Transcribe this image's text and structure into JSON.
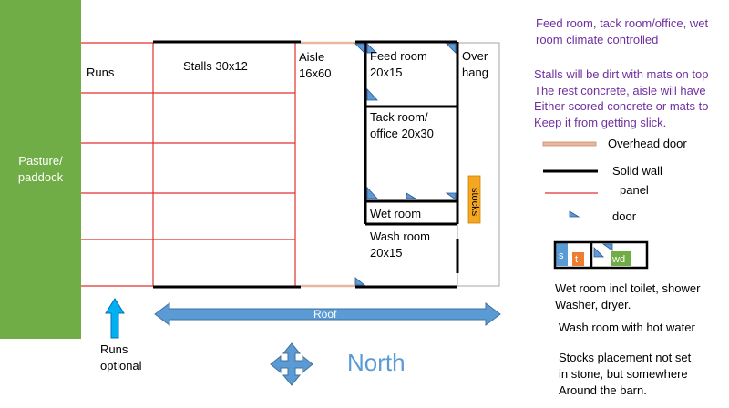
{
  "pasture": {
    "label_line1": "Pasture/",
    "label_line2": "paddock",
    "color": "#70ad47"
  },
  "areas": {
    "runs": "Runs",
    "stalls": "Stalls 30x12",
    "aisle_line1": "Aisle",
    "aisle_line2": "16x60",
    "feed_line1": "Feed room",
    "feed_line2": "20x15",
    "overhang_line1": "Over",
    "overhang_line2": "hang",
    "tack_line1": "Tack room/",
    "tack_line2": "office 20x30",
    "wet": "Wet room",
    "wash_line1": "Wash room",
    "wash_line2": "20x15",
    "stocks": "stocks"
  },
  "arrows": {
    "roof": "Roof",
    "runs_optional_line1": "Runs",
    "runs_optional_line2": "optional",
    "north": "North",
    "color": "#5b9bd5"
  },
  "notes": {
    "climate": [
      "Feed room, tack room/office, wet",
      "room climate controlled"
    ],
    "floors": [
      "Stalls will be dirt with mats on top",
      "The rest concrete, aisle will have",
      "Either scored concrete or mats to",
      "Keep it from getting slick."
    ]
  },
  "legend": {
    "overhead_door": "Overhead door",
    "solid_wall": "Solid wall",
    "panel": "panel",
    "door": "door",
    "wet_s": "s",
    "wet_t": "t",
    "wet_wd": "wd"
  },
  "bottom_notes": {
    "wet_room": [
      "Wet room incl toilet, shower",
      "Washer, dryer."
    ],
    "wash_room": "Wash room with hot water",
    "stocks": [
      "Stocks placement not set",
      "in stone, but somewhere",
      "Around the barn."
    ]
  },
  "colors": {
    "panel": "#e03030",
    "overhead": "#e8b7a0",
    "stocks": "#f5a623",
    "s_box": "#5b9bd5",
    "t_box": "#ed7d31",
    "wd_box": "#70ad47"
  }
}
